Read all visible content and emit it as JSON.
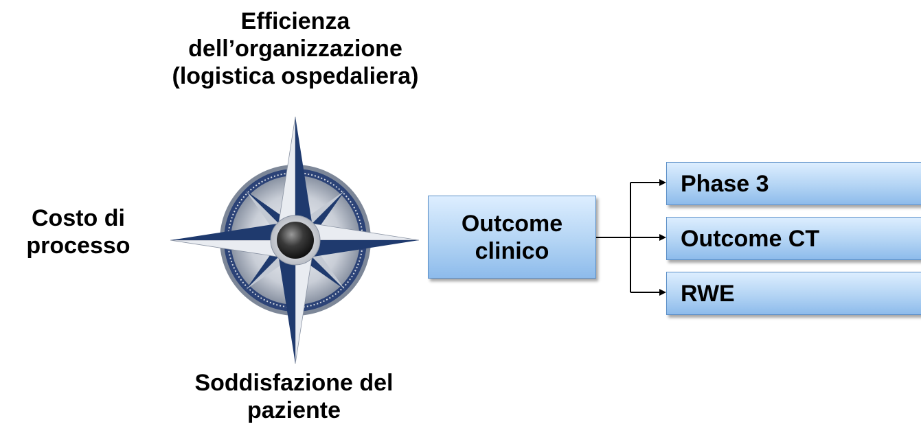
{
  "compass": {
    "top_lines": [
      "Efficienza",
      "dell’organizzazione",
      "(logistica ospedaliera)"
    ],
    "left_lines": [
      "Costo di",
      "processo"
    ],
    "bottom_lines": [
      "Soddisfazione del",
      "paziente"
    ]
  },
  "center_box": {
    "lines": [
      "Outcome",
      "clinico"
    ]
  },
  "branches": [
    {
      "label": "Phase 3"
    },
    {
      "label": "Outcome CT"
    },
    {
      "label": "RWE"
    }
  ],
  "colors": {
    "box_fill_top": "#ddeeff",
    "box_fill_bottom": "#8dbbeb",
    "box_border": "#5b8fc7",
    "compass_dark": "#1f3a6e",
    "compass_light": "#e9ecf1",
    "compass_ring": "#8a93a3"
  },
  "icons": {
    "compass": "compass-rose-icon",
    "arrow": "arrow-right-icon"
  }
}
